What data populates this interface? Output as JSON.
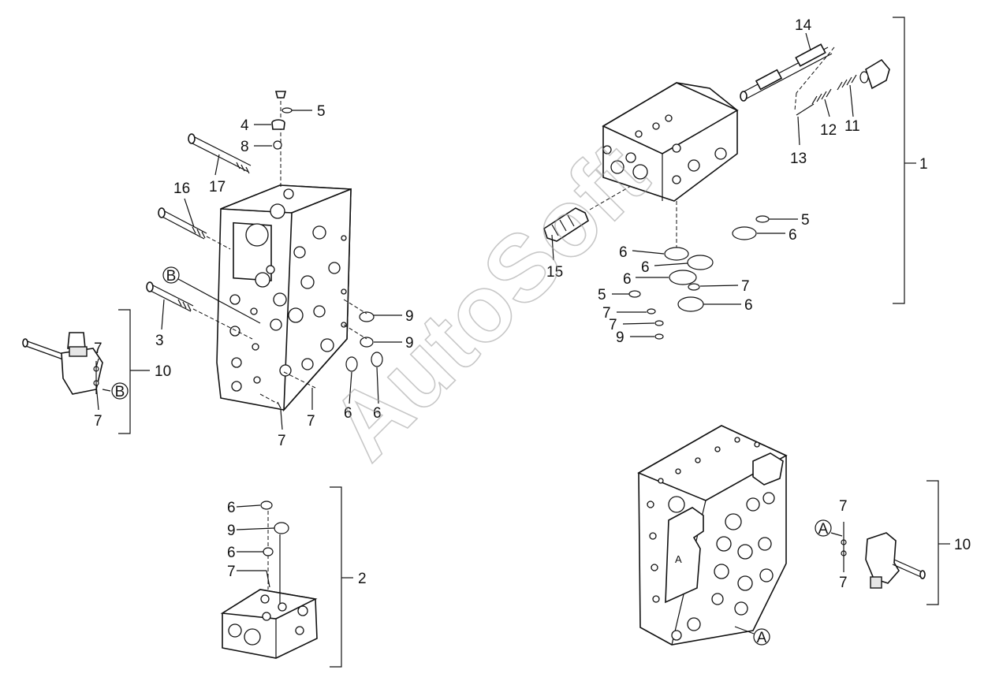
{
  "watermark": "AutoSoft",
  "callout_labels": {
    "c1": "1",
    "c2": "2",
    "c3": "3",
    "c4": "4",
    "c5": "5",
    "c8": "8",
    "c9": "9",
    "c10": "10",
    "c11": "11",
    "c12": "12",
    "c13": "13",
    "c14": "14",
    "c15": "15",
    "c16": "16",
    "c17": "17",
    "c6": "6",
    "c7": "7"
  },
  "reference_markers": {
    "a": "A",
    "b": "B"
  },
  "casting_mark": "A"
}
